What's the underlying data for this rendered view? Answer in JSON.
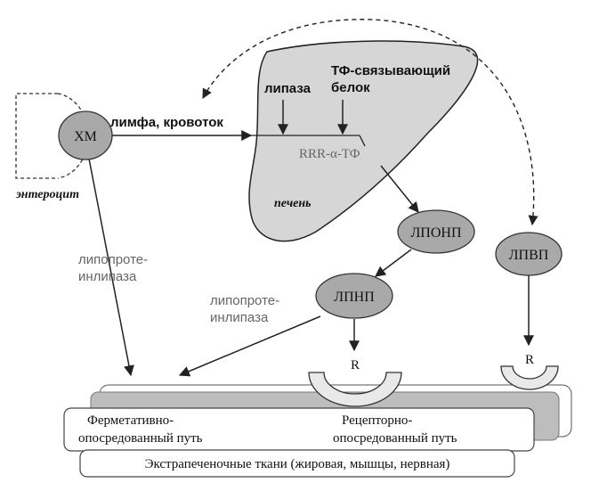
{
  "labels": {
    "enterocyte": "энтероцит",
    "lymph": "лимфа, кровоток",
    "lipase": "липаза",
    "tf_binding_1": "ТФ-связывающий",
    "tf_binding_2": "белок",
    "rrr": "RRR-α-ТФ",
    "liver": "печень",
    "lpl_left_1": "липопроте-",
    "lpl_left_2": "инлипаза",
    "lpl_mid_1": "липопроте-",
    "lpl_mid_2": "инлипаза",
    "receptor_1": "R",
    "receptor_2": "R"
  },
  "nodes": {
    "hm": "ХМ",
    "lponp": "ЛПОНП",
    "lpnp": "ЛПНП",
    "lpvp": "ЛПВП"
  },
  "bottom": {
    "enzymatic_1": "Ферметативно-",
    "enzymatic_2": "опосредованный путь",
    "receptor_1": "Рецепторно-",
    "receptor_2": "опосредованный путь",
    "tissues": "Экстрапеченочные ткани (жировая, мышцы, нервная)"
  },
  "colors": {
    "node_fill": "#a9a9a9",
    "liver_fill": "#d6d6d6",
    "band_fill": "#bdbdbd",
    "outline": "#222222"
  }
}
